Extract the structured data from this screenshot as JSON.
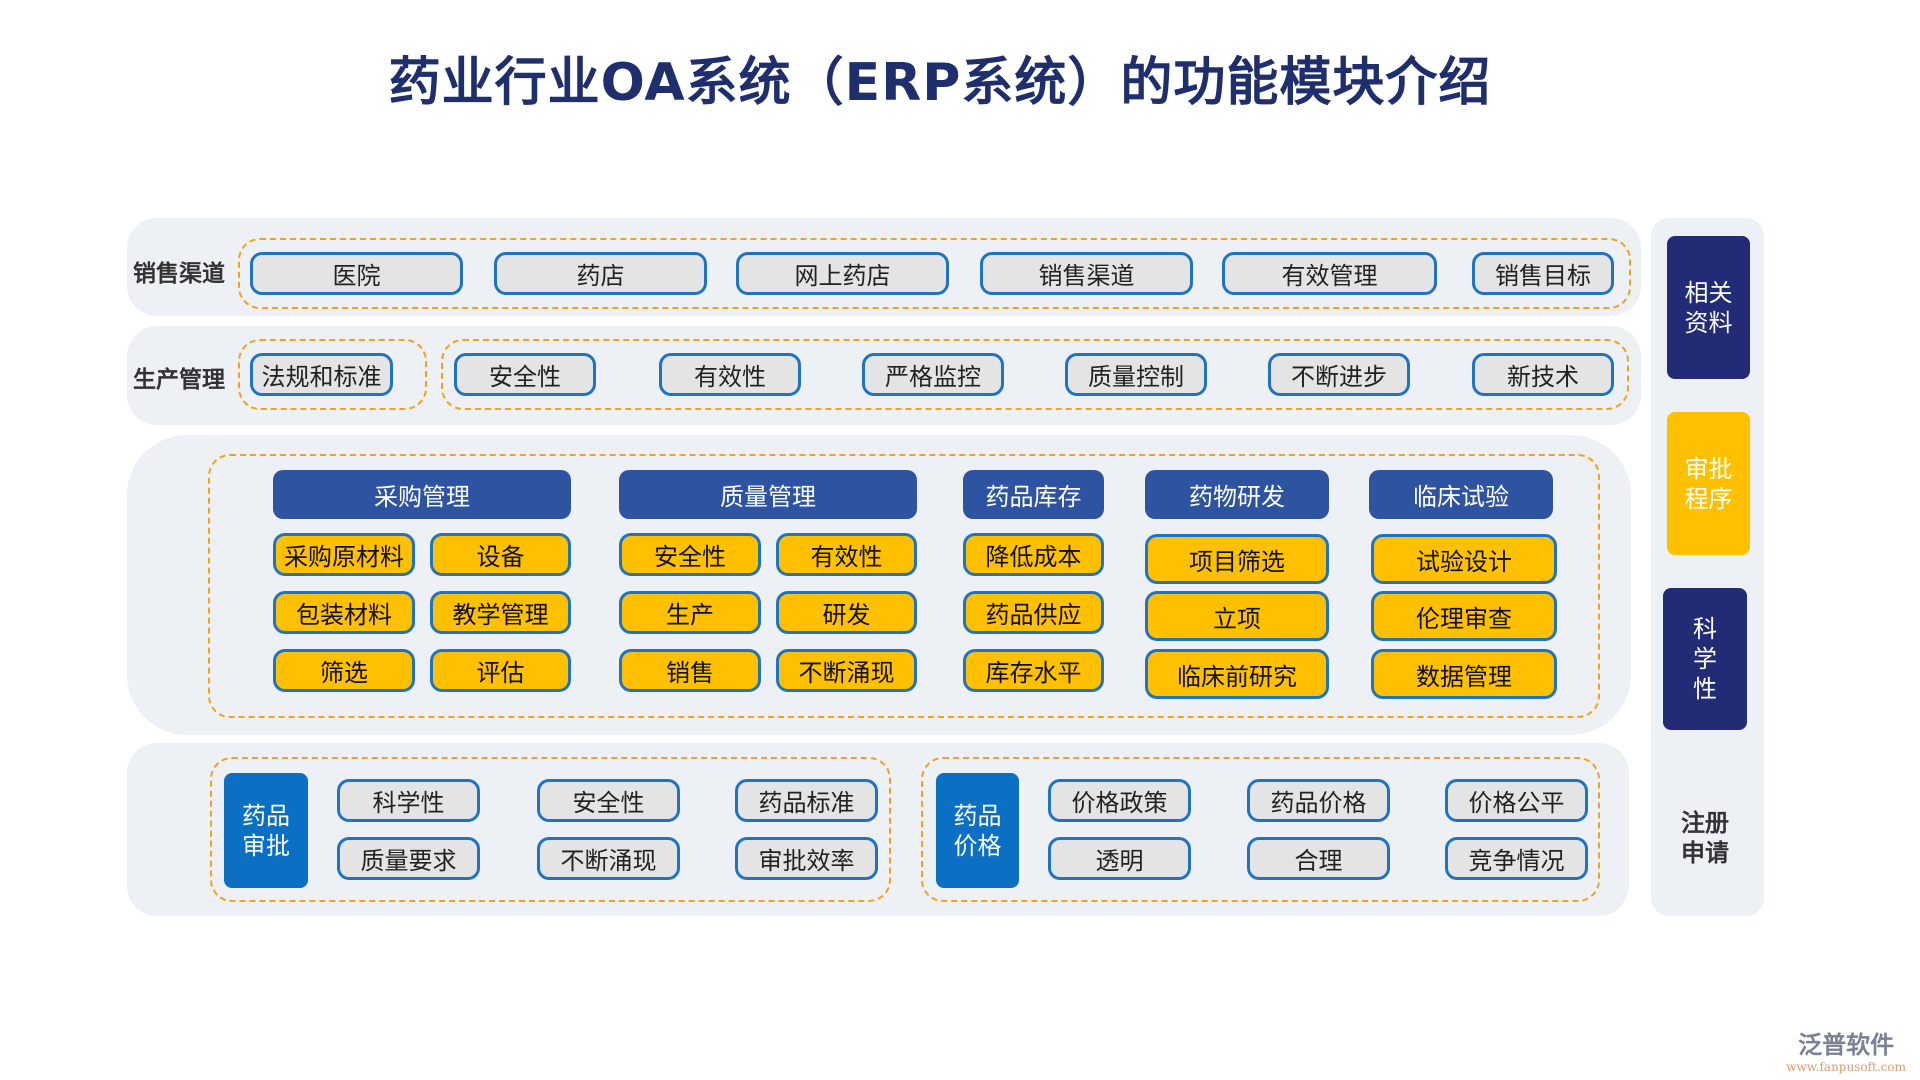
{
  "title": "药业行业OA系统（ERP系统）的功能模块介绍",
  "colors": {
    "navy": "#232a76",
    "header_blue": "#2e53a1",
    "yellow": "#ffc000",
    "blue": "#0b6fc4",
    "dash": "#f5a11e",
    "panel": "#edf0f4"
  },
  "sales": {
    "label": "销售渠道",
    "items": [
      "医院",
      "药店",
      "网上药店",
      "销售渠道",
      "有效管理",
      "销售目标"
    ]
  },
  "production": {
    "label": "生产管理",
    "first": "法规和标准",
    "items": [
      "安全性",
      "有效性",
      "严格监控",
      "质量控制",
      "不断进步",
      "新技术"
    ]
  },
  "modules": [
    {
      "header": "采购管理",
      "items": [
        "采购原材料",
        "设备",
        "包装材料",
        "教学管理",
        "筛选",
        "评估"
      ]
    },
    {
      "header": "质量管理",
      "items": [
        "安全性",
        "有效性",
        "生产",
        "研发",
        "销售",
        "不断涌现"
      ]
    },
    {
      "header": "药品库存",
      "items": [
        "降低成本",
        "药品供应",
        "库存水平"
      ]
    },
    {
      "header": "药物研发",
      "items": [
        "项目筛选",
        "立项",
        "临床前研究"
      ]
    },
    {
      "header": "临床试验",
      "items": [
        "试验设计",
        "伦理审查",
        "数据管理"
      ]
    }
  ],
  "approval": {
    "label": "药品\n审批",
    "items": [
      "科学性",
      "安全性",
      "药品标准",
      "质量要求",
      "不断涌现",
      "审批效率"
    ]
  },
  "pricing": {
    "label": "药品\n价格",
    "items": [
      "价格政策",
      "药品价格",
      "价格公平",
      "透明",
      "合理",
      "竞争情况"
    ]
  },
  "sidebar": {
    "items": [
      "相关\n资料",
      "审批\n程序",
      "科\n学\n性",
      "注册\n申请"
    ]
  },
  "logo": {
    "name": "泛普软件",
    "url": "www.fanpusoft.com"
  }
}
